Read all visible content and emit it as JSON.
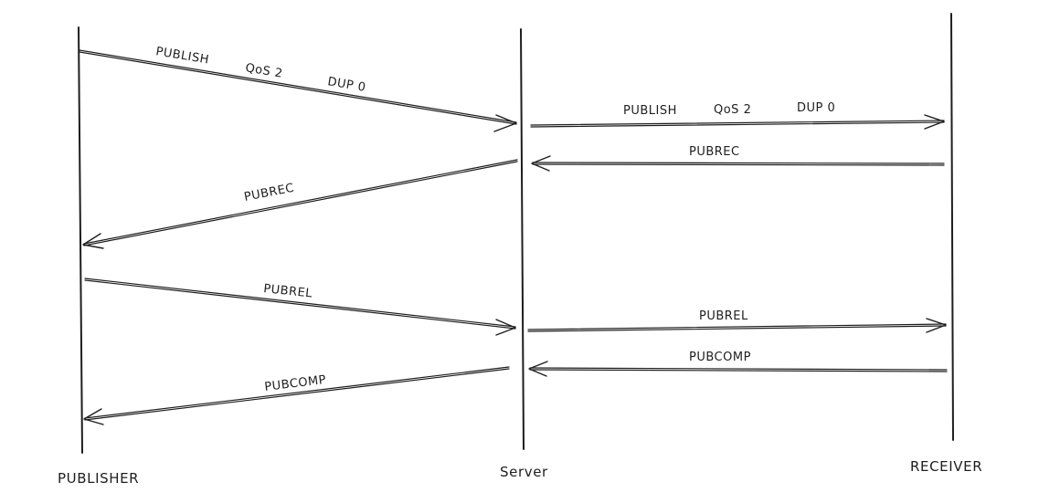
{
  "actors": {
    "publisher": "PUBLISHER",
    "server": "Server",
    "receiver": "RECEIVER"
  },
  "messages": {
    "publish_left": {
      "name": "PUBLISH",
      "qos": "QoS 2",
      "dup": "DUP 0"
    },
    "publish_right": {
      "name": "PUBLISH",
      "qos": "QoS 2",
      "dup": "DUP 0"
    },
    "pubrec_right": "PUBREC",
    "pubrec_left": "PUBREC",
    "pubrel_left": "PUBREL",
    "pubrel_right": "PUBREL",
    "pubcomp_right": "PUBCOMP",
    "pubcomp_left": "PUBCOMP"
  },
  "colors": {
    "stroke": "#1e1e1e",
    "background": "#ffffff"
  }
}
